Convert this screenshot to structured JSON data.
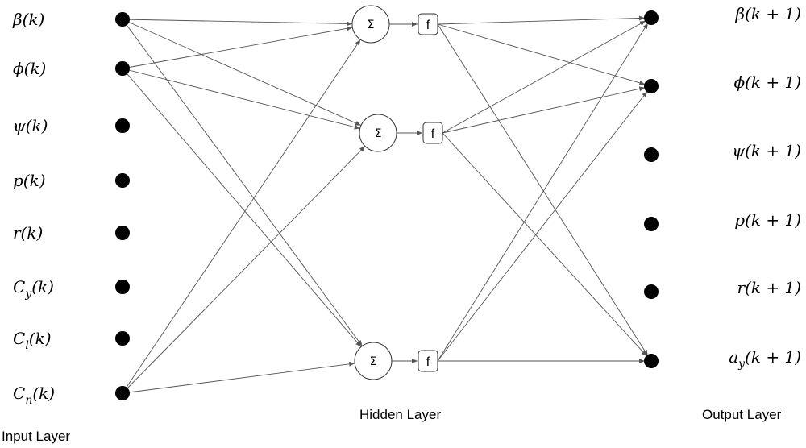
{
  "inputs": [
    "β(k)",
    "ϕ(k)",
    "ψ(k)",
    "p(k)",
    "r(k)",
    "C_y(k)",
    "C_l(k)",
    "C_n(k)"
  ],
  "outputs": [
    "β(k + 1)",
    "ϕ(k + 1)",
    "ψ(k + 1)",
    "p(k + 1)",
    "r(k + 1)",
    "a_y(k + 1)"
  ],
  "hidden": {
    "sum_symbol": "Σ",
    "activation_symbol": "f",
    "count": 3
  },
  "labels": {
    "input_layer": "Input Layer",
    "hidden_layer": "Hidden Layer",
    "output_layer": "Output Layer"
  },
  "connections": {
    "input_to_hidden": [
      [
        0,
        0
      ],
      [
        0,
        1
      ],
      [
        0,
        2
      ],
      [
        1,
        0
      ],
      [
        1,
        1
      ],
      [
        1,
        2
      ],
      [
        7,
        0
      ],
      [
        7,
        1
      ],
      [
        7,
        2
      ]
    ],
    "hidden_to_output": [
      [
        0,
        0
      ],
      [
        0,
        1
      ],
      [
        0,
        5
      ],
      [
        1,
        0
      ],
      [
        1,
        1
      ],
      [
        1,
        5
      ],
      [
        2,
        0
      ],
      [
        2,
        1
      ],
      [
        2,
        5
      ]
    ]
  }
}
